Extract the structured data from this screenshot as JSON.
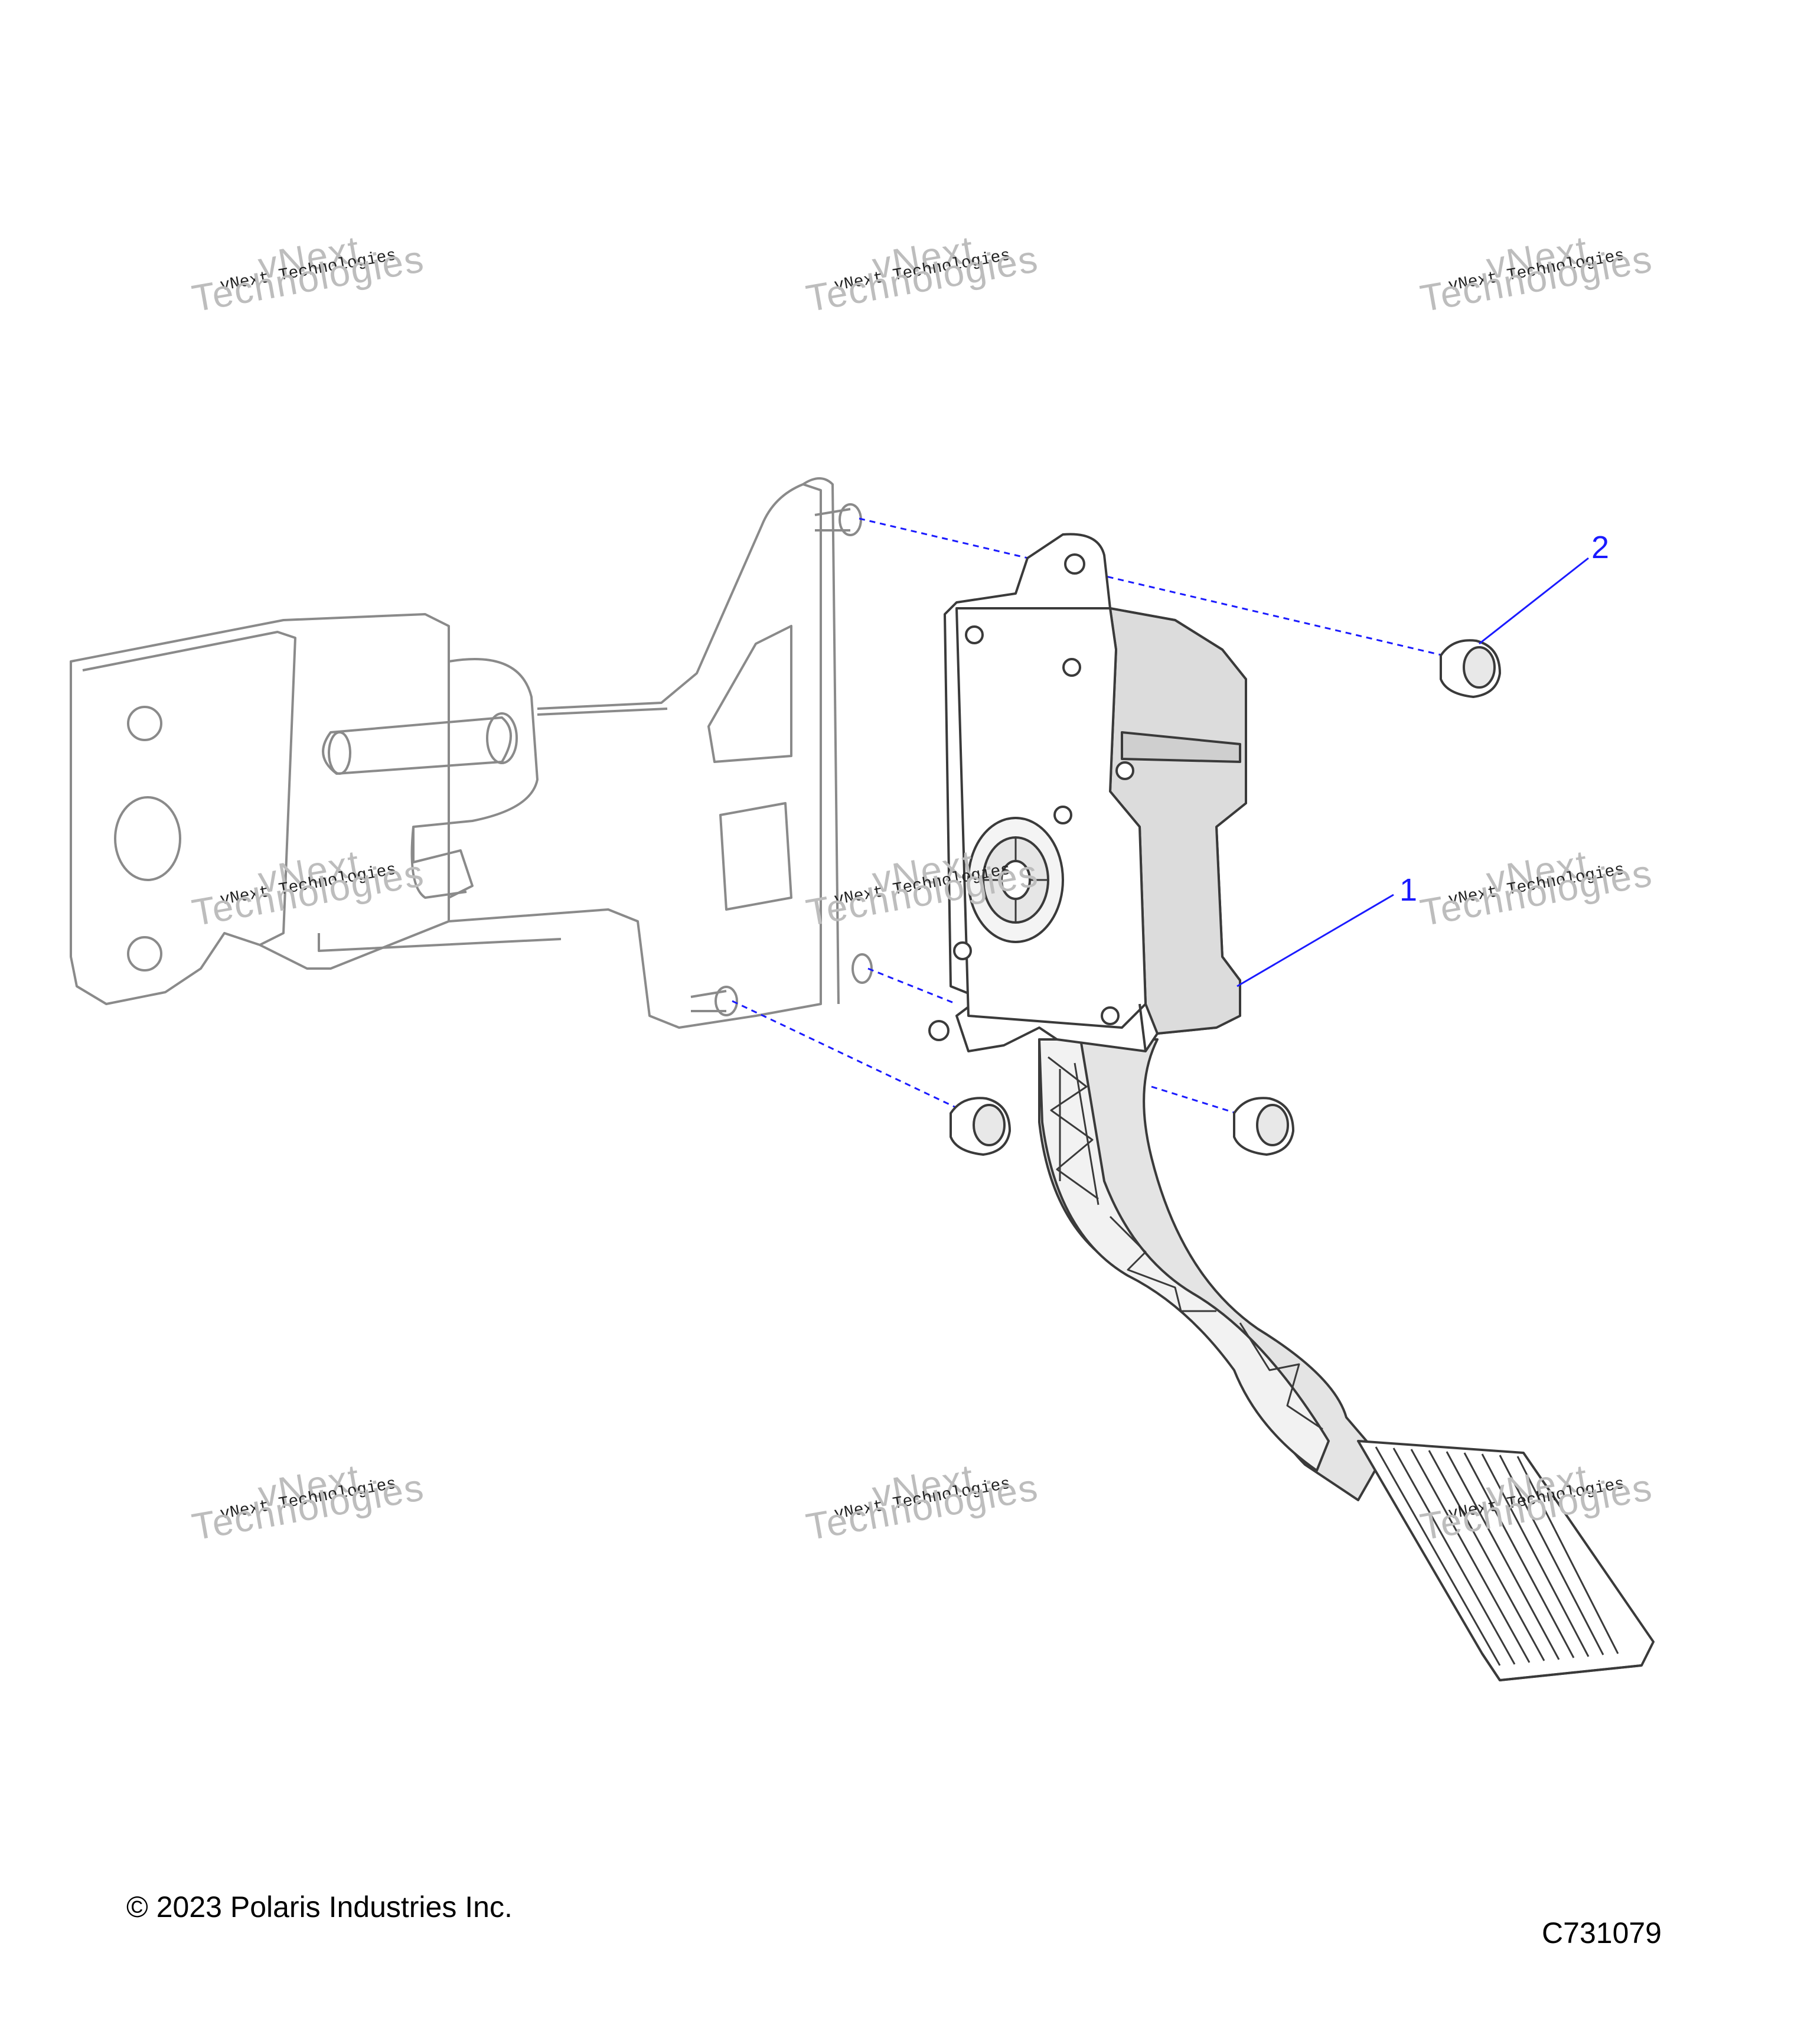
{
  "watermark": {
    "line1": "vNext Technologies",
    "line2": "vNext",
    "line3": "Technologies"
  },
  "callouts": [
    {
      "number": "1"
    },
    {
      "number": "2"
    }
  ],
  "footer": {
    "copyright": "© 2023 Polaris Industries Inc.",
    "figure_id": "C731079"
  },
  "colors": {
    "callout": "#1a1aff",
    "line": "#3a3a3a",
    "ghost_line": "#8a8a8a",
    "shade": "#d9d9d9"
  }
}
